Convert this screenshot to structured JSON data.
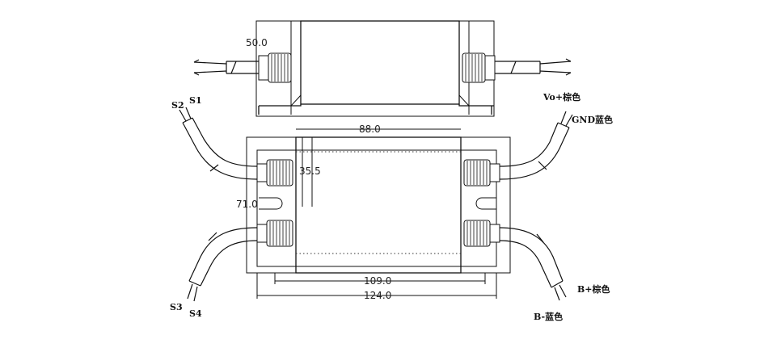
{
  "dimensions": {
    "height": "50.0",
    "body_length": "88.0",
    "gland_spacing": "35.5",
    "width": "71.0",
    "mount_hole_spacing": "109.0",
    "overall_length": "124.0"
  },
  "wire_labels": {
    "s1": "S1",
    "s2": "S2",
    "s3": "S3",
    "s4": "S4",
    "vout_pos": "Vo+棕色",
    "gnd": "GND蓝色",
    "b_pos": "B+棕色",
    "b_neg": "B-蓝色"
  }
}
